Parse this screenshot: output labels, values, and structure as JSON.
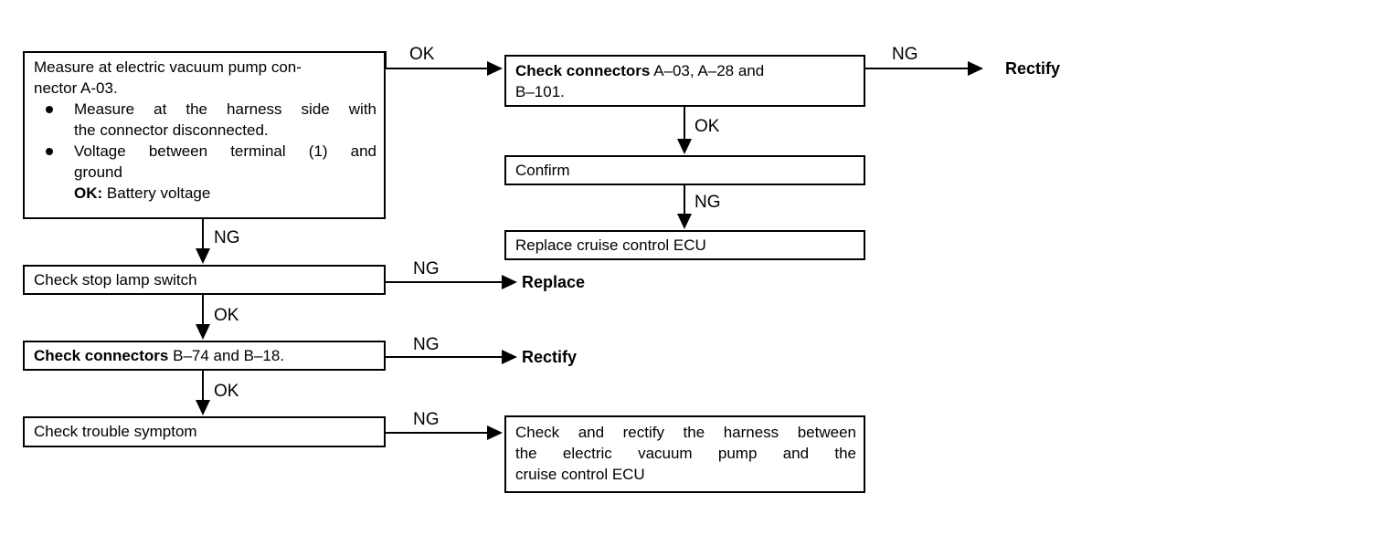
{
  "diagram": {
    "title": "Electric vacuum pump circuit troubleshooting flowchart",
    "boxes": {
      "measure_pump": {
        "line1": "Measure at electric vacuum pump con-",
        "line2": "nector A-03.",
        "bullet1_line1": "Measure at the harness side with",
        "bullet1_line2": "the connector disconnected.",
        "bullet2_line1": "Voltage between terminal (1) and",
        "bullet2_line2": "ground",
        "bullet2_line3_label": "OK:",
        "bullet2_line3_value": "Battery voltage"
      },
      "check_connectors_top": {
        "label": "Check connectors",
        "value_line1": "A–03, A–28 and",
        "value_line2": "B–101."
      },
      "confirm": {
        "text": "Confirm"
      },
      "replace_ecu": {
        "text": "Replace cruise control ECU"
      },
      "check_stop_lamp": {
        "text": "Check stop lamp switch"
      },
      "check_connectors_bottom": {
        "label": "Check connectors",
        "value": "B–74 and B–18."
      },
      "check_trouble_symptom": {
        "text": "Check trouble symptom"
      },
      "check_harness": {
        "line1": "Check and rectify the harness between",
        "line2": "the electric vacuum pump and the",
        "line3": "cruise control ECU"
      }
    },
    "terminals": {
      "rectify_top": "Rectify",
      "replace": "Replace",
      "rectify_mid": "Rectify"
    },
    "edge_labels": {
      "measure_to_check_ok": "OK",
      "check_to_rectify_ng": "NG",
      "check_to_confirm_ok": "OK",
      "confirm_to_ecu_ng": "NG",
      "measure_to_stoplamp_ng": "NG",
      "stoplamp_to_replace_ng": "NG",
      "stoplamp_to_connectors_ok": "OK",
      "connectors_to_rectify_ng": "NG",
      "connectors_to_symptom_ok": "OK",
      "symptom_to_harness_ng": "NG"
    },
    "colors": {
      "ink": "#000000",
      "paper": "#ffffff"
    }
  }
}
